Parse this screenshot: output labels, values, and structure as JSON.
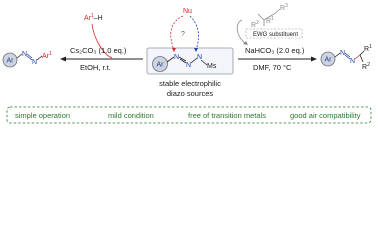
{
  "left_reagent": {
    "ar": "Ar",
    "superscript": "1",
    "suffix": "–H"
  },
  "left_conditions": {
    "base": "Cs₂CO₃ (1.0 eq.)",
    "solvent": "EtOH, r.t."
  },
  "left_product": {
    "ar1": "Ar",
    "n": "N",
    "ar2": "Ar",
    "ar2_sup": "1"
  },
  "center_reagent": {
    "nu": "Nu",
    "question": "?",
    "ar": "Ar",
    "n1": "N",
    "n2": "N",
    "n3": "N",
    "ms": "Ms"
  },
  "center_caption": {
    "line1": "stable electrophilic",
    "line2": "diazo sources"
  },
  "right_reagent": {
    "r1": "R",
    "r1_sup": "1",
    "r2": "R",
    "r2_sup": "2",
    "r3": "R",
    "r3_sup": "3",
    "ewg": "EWG substituent"
  },
  "right_conditions": {
    "base": "NaHCO₃ (2.0 eq.)",
    "solvent": "DMF, 70 °C"
  },
  "right_product": {
    "ar": "Ar",
    "n": "N",
    "r1": "R",
    "r1_sup": "1",
    "r2": "R",
    "r2_sup": "2"
  },
  "features": [
    "simple operation",
    "mild condition",
    "free of transition metals",
    "good air compatibility"
  ],
  "colors": {
    "ar_red": "#d6262b",
    "ar_ring": "#3b4db3",
    "green": "#2c7a2c",
    "blue": "#1f3faa",
    "grey": "#8a8a8a"
  }
}
